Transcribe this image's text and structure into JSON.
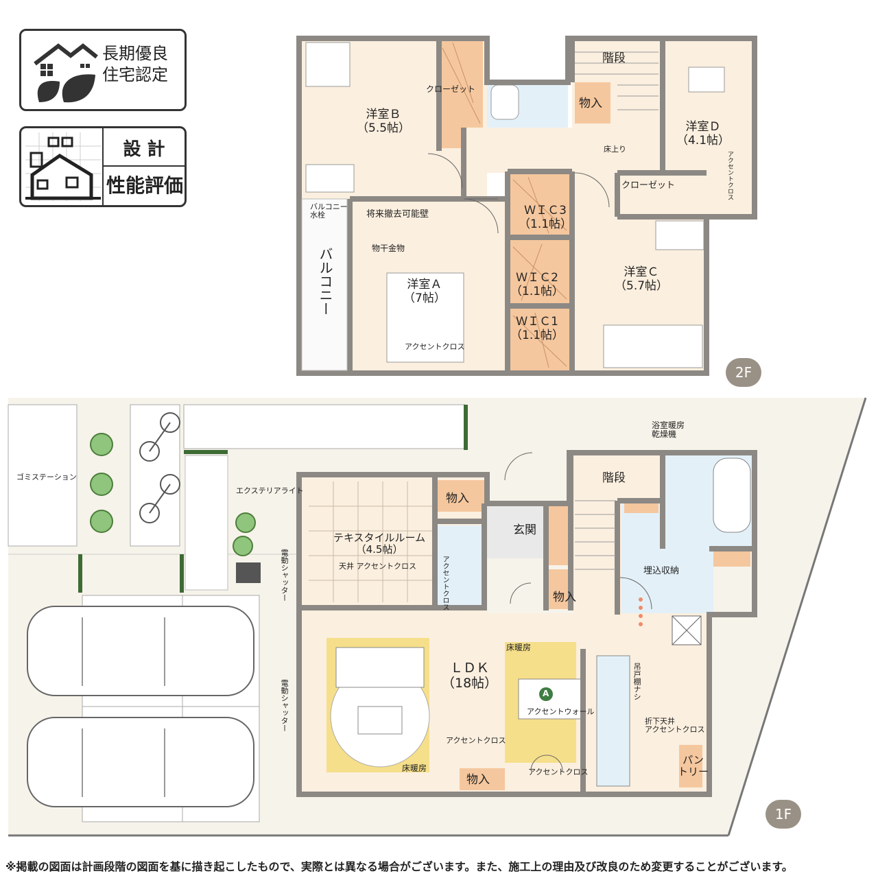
{
  "badges": {
    "long_life": "長期優良\n住宅認定",
    "design": "設 計",
    "performance": "性能評価"
  },
  "floor2": {
    "badge": "2F",
    "rooms": {
      "yoshitsu_b": "洋室Ｂ\n（5.5帖）",
      "closet_b": "クローゼット",
      "kaidan": "階段",
      "mono_iri": "物入",
      "yoshitsu_d": "洋室Ｄ\n（4.1帖）",
      "yuka_agari": "床上り",
      "closet_d": "クローゼット",
      "accent_d": "アクセントクロス",
      "balcony_faucet": "バルコニー\n水栓",
      "shourai": "将来撤去可能壁",
      "wic3": "ＷＩＣ3\n（1.1帖）",
      "wic2": "ＷＩＣ2\n（1.1帖）",
      "wic1": "ＷＩＣ1\n（1.1帖）",
      "monohoshi": "物干金物",
      "yoshitsu_a": "洋室Ａ\n（7帖）",
      "accent_a": "アクセントクロス",
      "balcony": "バルコニー",
      "yoshitsu_c": "洋室Ｃ\n（5.7帖）"
    }
  },
  "floor1": {
    "badge": "1F",
    "rooms": {
      "gomi": "ゴミステーション",
      "exterior_light": "エクステリアライト",
      "textile": "テキスタイルルーム\n（4.5帖）",
      "textile_ceiling": "天井 アクセントクロス",
      "mono_iri_1": "物入",
      "genkan": "玄関",
      "kaidan": "階段",
      "bath_dryer": "浴室暖房\n乾燥機",
      "umekomi": "埋込収納",
      "mono_iri_2": "物入",
      "shutter_1": "電動シャッター",
      "shutter_2": "電動シャッター",
      "toilet_accent": "アクセントクロス",
      "ldk": "ＬＤＫ\n（18帖）",
      "floor_heat_1": "床暖房",
      "floor_heat_2": "床暖房",
      "accent_wall_mark": "A",
      "accent_wall": "アクセントウォール",
      "accent_cross_1": "アクセントクロス",
      "accent_cross_2": "アクセントクロス",
      "tsuritodana": "吊戸棚ナシ",
      "oriage": "折下天井\nアクセントクロス",
      "mono_iri_3": "物入",
      "pantry": "パン\nトリー"
    }
  },
  "footer": "※掲載の図面は計画段階の図面を基に描き起こしたもので、実際とは異なる場合がございます。また、施工上の理由及び改良のため変更することがございます。",
  "colors": {
    "wall": "#8c8884",
    "room": "#fbefdf",
    "storage": "#f5c79e",
    "wet": "#e3f0f8",
    "yellow": "#f6df8a",
    "exterior": "#f6f3ea",
    "badge_gray": "#9a9186"
  }
}
